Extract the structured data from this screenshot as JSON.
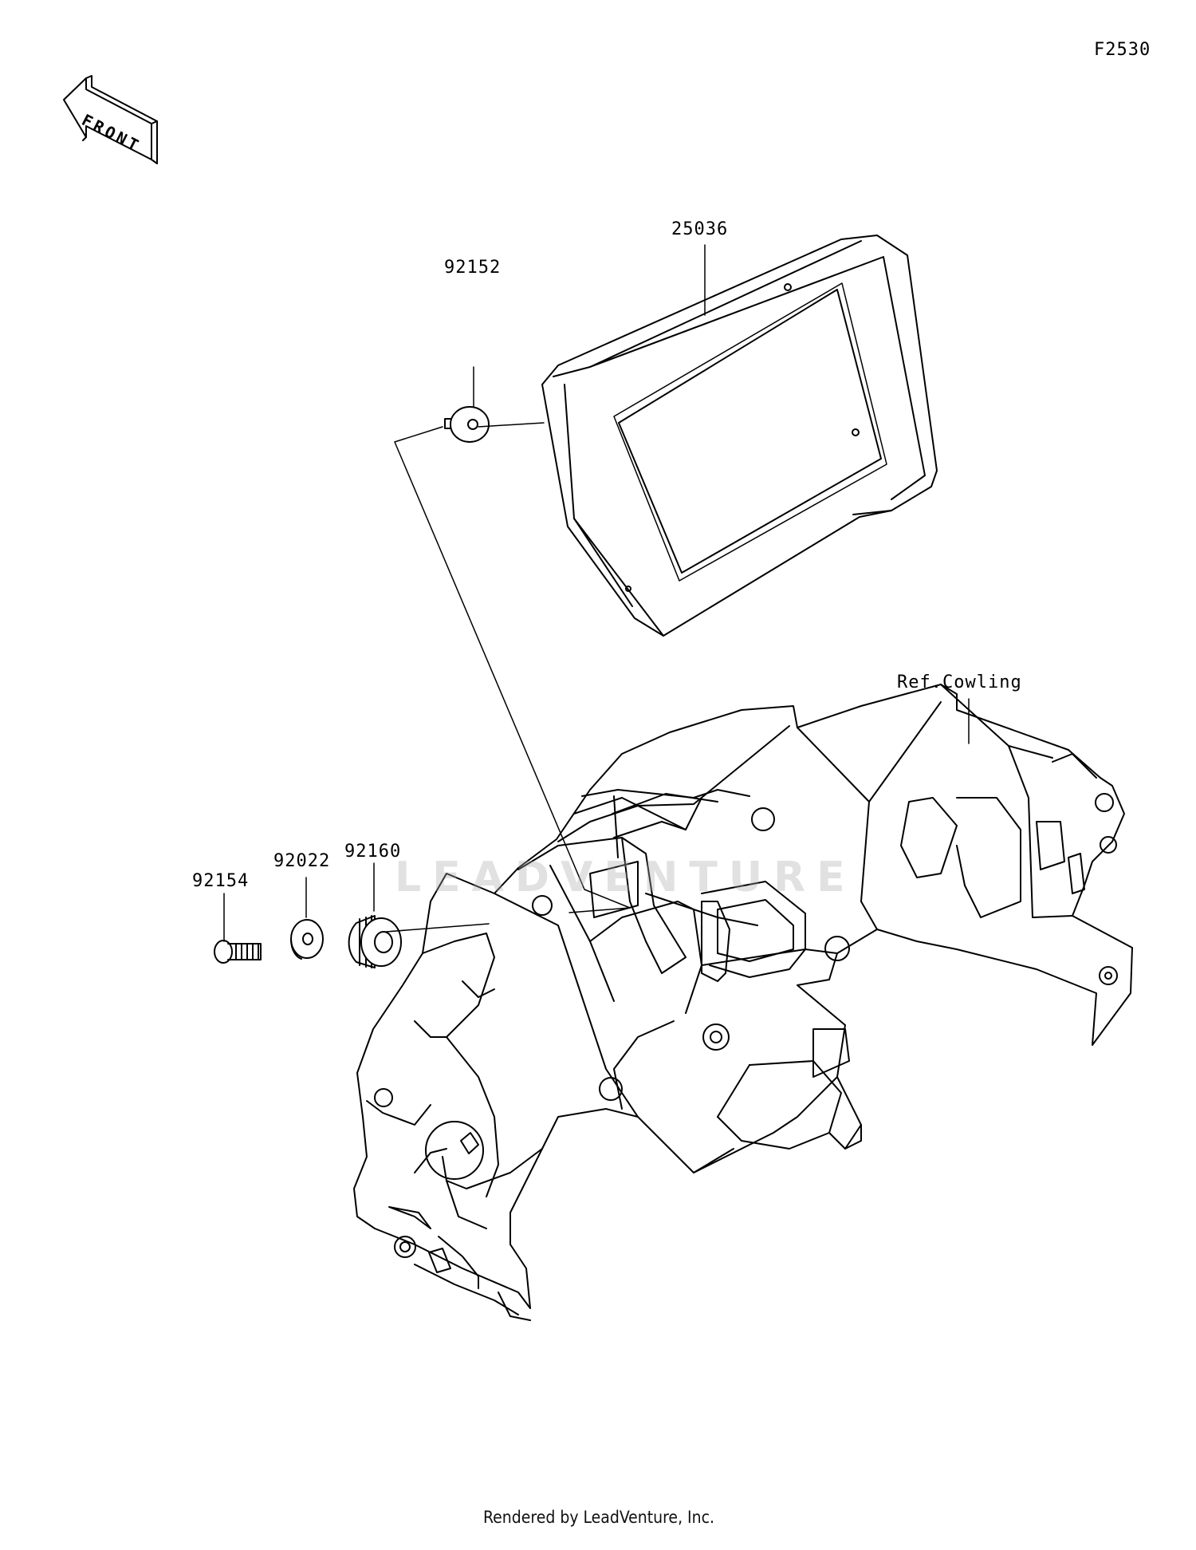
{
  "diagram_code": "F2530",
  "front_arrow_text": "FRONT",
  "parts": {
    "meter": "25036",
    "bolt_top": "92152",
    "bolt": "92154",
    "washer": "92022",
    "grommet": "92160"
  },
  "ref_label": "Ref.Cowling",
  "watermark_text": "LEADVENTURE",
  "footer": "Rendered by LeadVenture, Inc."
}
